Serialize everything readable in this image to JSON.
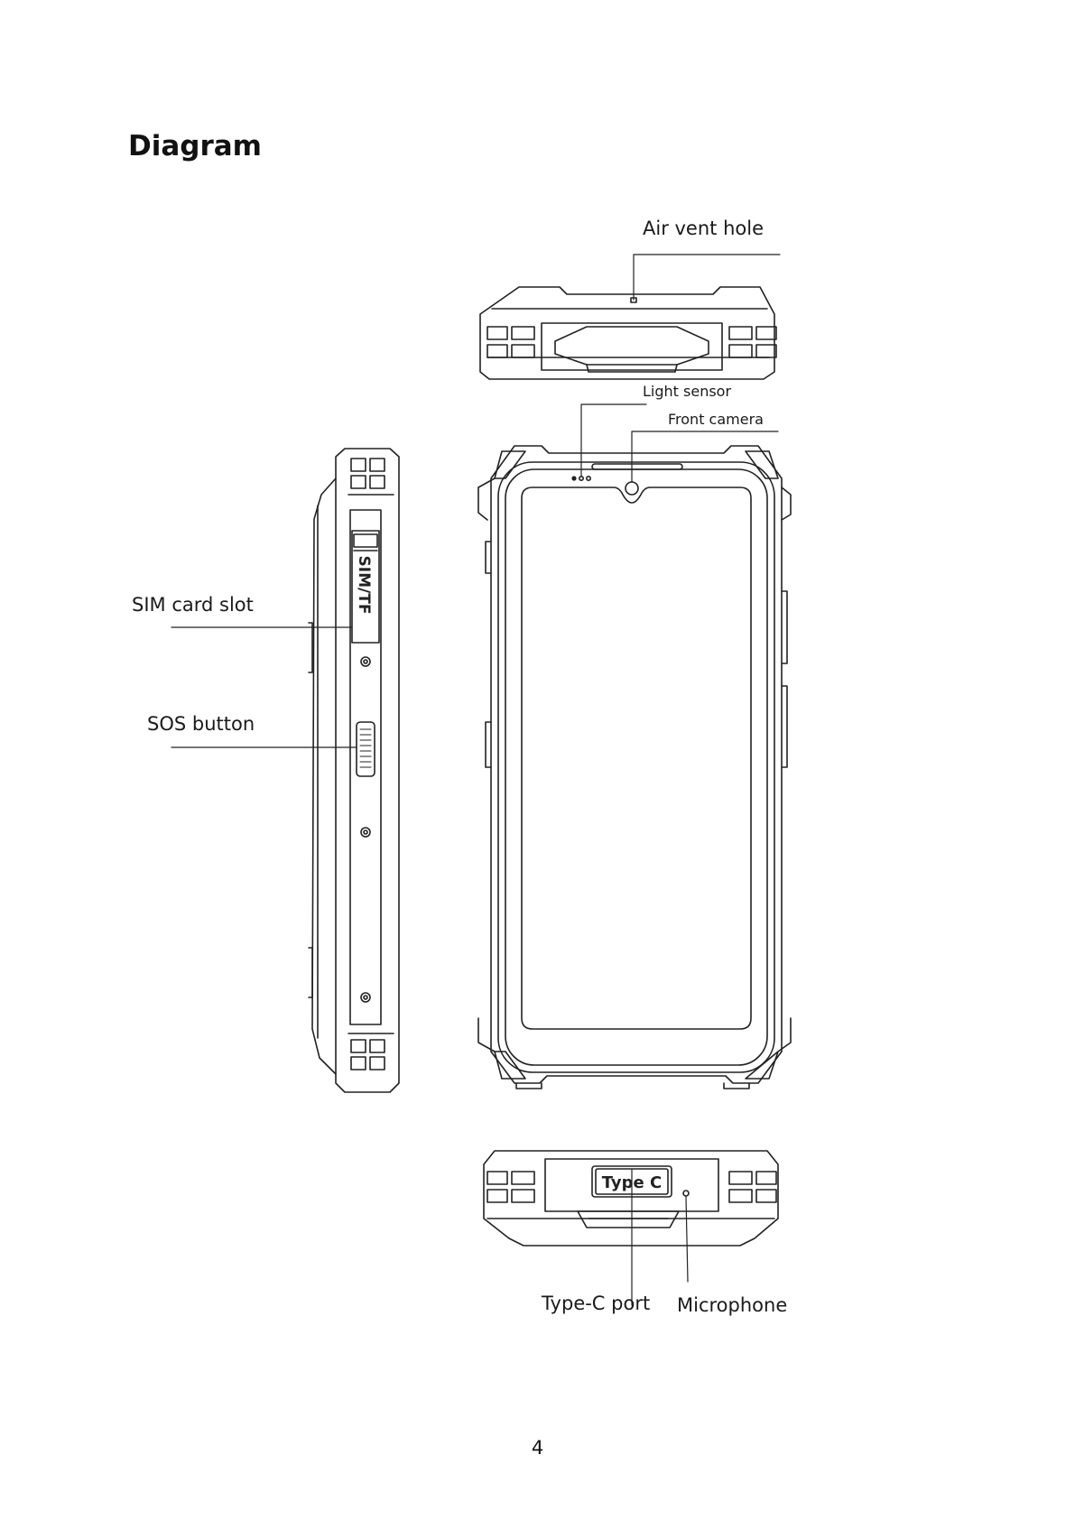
{
  "page": {
    "title": "Diagram",
    "page_number": "4"
  },
  "labels": {
    "air_vent_hole": "Air vent hole",
    "light_sensor": "Light sensor",
    "front_camera": "Front camera",
    "sim_card_slot": "SIM card slot",
    "sos_button": "SOS button",
    "type_c_port": "Type-C port",
    "microphone": "Microphone"
  },
  "device_markings": {
    "sim_tray": "SIM/TF",
    "port_plate": "Type C"
  }
}
